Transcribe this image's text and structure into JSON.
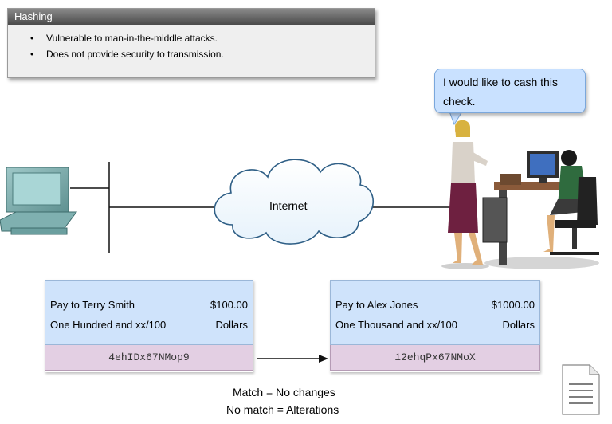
{
  "info_box": {
    "title": "Hashing",
    "bullets": [
      "Vulnerable to man-in-the-middle attacks.",
      "Does not provide security to transmission."
    ]
  },
  "speech_bubble": {
    "text": "I would like to cash this check."
  },
  "network": {
    "cloud_label": "Internet"
  },
  "checks": [
    {
      "pay_to": "Pay to Terry Smith",
      "amount": "$100.00",
      "words": "One Hundred and xx/100",
      "unit": "Dollars",
      "hash": "4ehIDx67NMop9"
    },
    {
      "pay_to": "Pay to Alex Jones",
      "amount": "$1000.00",
      "words": "One Thousand and xx/100",
      "unit": "Dollars",
      "hash": "12ehqPx67NMoX"
    }
  ],
  "legend": {
    "match": "Match = No changes",
    "no_match": "No match = Alterations"
  },
  "icons": [
    "computer-icon",
    "cloud-icon",
    "person-standing-icon",
    "person-at-desk-icon",
    "document-icon",
    "arrow-icon"
  ],
  "colors": {
    "check_body": "#cfe3fb",
    "check_hash": "#e3cfe3",
    "bubble": "#c9e1ff"
  }
}
